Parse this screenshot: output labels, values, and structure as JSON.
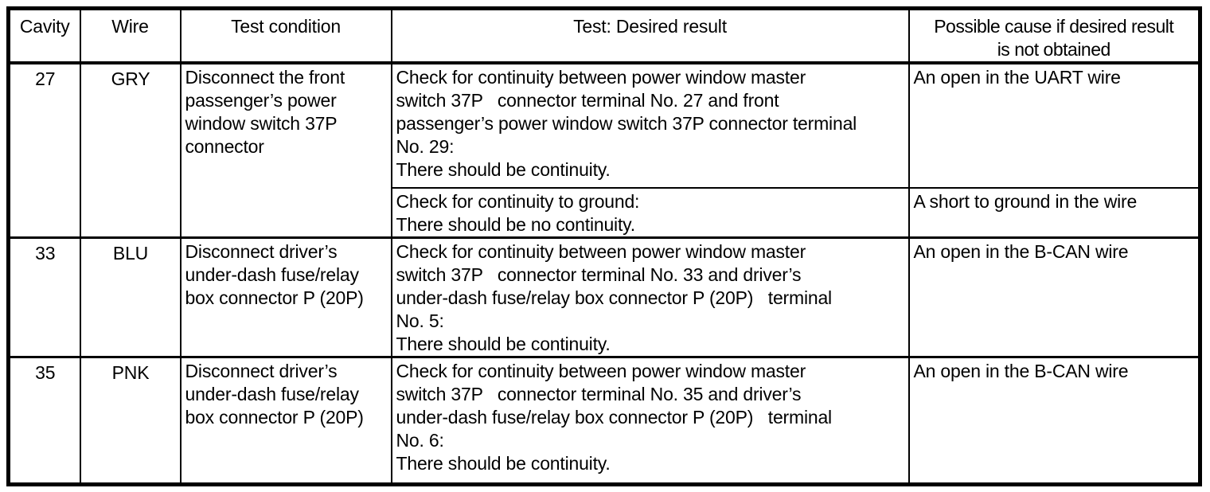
{
  "document": {
    "colors": {
      "border": "#000000",
      "background": "#ffffff",
      "text": "#000000"
    },
    "headers": {
      "cavity": "Cavity",
      "wire": "Wire",
      "condition": "Test condition",
      "result": "Test: Desired result",
      "cause": "Possible cause if desired result\nis not obtained"
    },
    "rows": [
      {
        "cavity": "27",
        "wire": "GRY",
        "condition": "Disconnect the front\npassenger’s power\nwindow switch 37P\nconnector",
        "tests": [
          {
            "result": "Check for continuity between power window master\nswitch 37P   connector terminal No. 27 and front\npassenger’s power window switch 37P connector terminal\nNo. 29:\nThere should be continuity.",
            "cause": "An open in the UART wire"
          },
          {
            "result": "Check for continuity to ground:\nThere should be no continuity.",
            "cause": "A short to ground in the wire"
          }
        ]
      },
      {
        "cavity": "33",
        "wire": "BLU",
        "condition": "Disconnect driver’s\nunder-dash fuse/relay\nbox connector P (20P)",
        "tests": [
          {
            "result": "Check for continuity between power window master\nswitch 37P   connector terminal No. 33 and driver’s\nunder-dash fuse/relay box connector P (20P)   terminal\nNo. 5:\nThere should be continuity.",
            "cause": "An open in the B-CAN wire"
          }
        ]
      },
      {
        "cavity": "35",
        "wire": "PNK",
        "condition": "Disconnect driver’s\nunder-dash fuse/relay\nbox connector P (20P)",
        "tests": [
          {
            "result": "Check for continuity between power window master\nswitch 37P   connector terminal No. 35 and driver’s\nunder-dash fuse/relay box connector P (20P)   terminal\nNo. 6:\nThere should be continuity.",
            "cause": "An open in the B-CAN wire"
          }
        ]
      }
    ]
  }
}
